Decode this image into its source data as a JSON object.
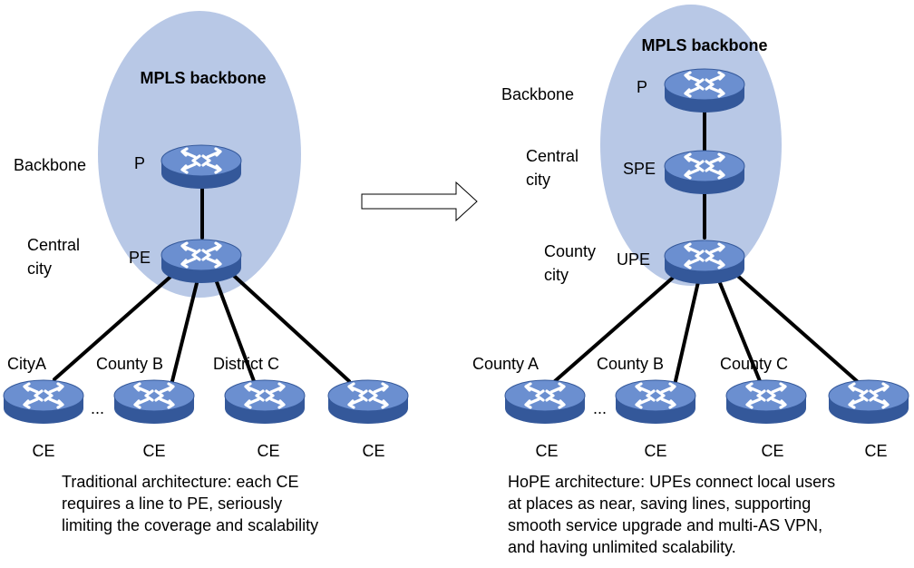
{
  "colors": {
    "cloud_fill": "#b8c8e6",
    "router_top": "#5b82c4",
    "router_side": "#3a5fa0",
    "link": "#000000",
    "arrow_fill": "#ffffff"
  },
  "left": {
    "cloud_title": "MPLS backbone",
    "level_backbone": "Backbone",
    "level_central_line1": "Central",
    "level_central_line2": "city",
    "router_p": "P",
    "router_pe": "PE",
    "site_labels": [
      "CityA",
      "County B",
      "District C"
    ],
    "ellipsis": "...",
    "ce_labels": [
      "CE",
      "CE",
      "CE",
      "CE"
    ],
    "caption": [
      "Traditional architecture: each CE",
      "requires a line to PE, seriously",
      "limiting the coverage and scalability"
    ]
  },
  "right": {
    "cloud_title": "MPLS backbone",
    "level_backbone": "Backbone",
    "level_central_line1": "Central",
    "level_central_line2": "city",
    "level_county_line1": "County",
    "level_county_line2": "city",
    "router_p": "P",
    "router_spe": "SPE",
    "router_upe": "UPE",
    "site_labels": [
      "County A",
      "County B",
      "County C"
    ],
    "ellipsis": "...",
    "ce_labels": [
      "CE",
      "CE",
      "CE",
      "CE"
    ],
    "caption": [
      "HoPE architecture: UPEs connect local users",
      "at places as near, saving lines, supporting",
      "smooth service upgrade and multi-AS VPN,",
      "and having unlimited scalability."
    ]
  },
  "icons": {
    "router": "router-icon",
    "arrow": "right-arrow-icon"
  }
}
